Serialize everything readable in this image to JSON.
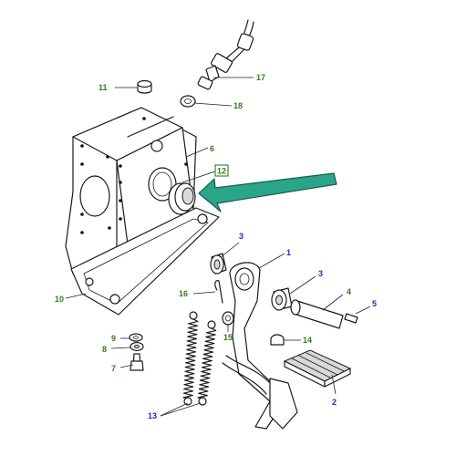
{
  "colors": {
    "green": "#2f7d1e",
    "blue": "#1f2fa8",
    "arrow": "#2aa58a",
    "arrow_edge": "#155e50",
    "line": "#1a1a1a"
  },
  "callouts": [
    {
      "label": "1",
      "color": "blue"
    },
    {
      "label": "2",
      "color": "blue"
    },
    {
      "label": "3",
      "color": "blue"
    },
    {
      "label": "3",
      "color": "blue"
    },
    {
      "label": "4",
      "color": "green"
    },
    {
      "label": "5",
      "color": "blue"
    },
    {
      "label": "6",
      "color": "green"
    },
    {
      "label": "7",
      "color": "green"
    },
    {
      "label": "8",
      "color": "green"
    },
    {
      "label": "9",
      "color": "green"
    },
    {
      "label": "10",
      "color": "green"
    },
    {
      "label": "11",
      "color": "green"
    },
    {
      "label": "12",
      "color": "green",
      "boxed": true
    },
    {
      "label": "13",
      "color": "blue"
    },
    {
      "label": "14",
      "color": "green"
    },
    {
      "label": "15",
      "color": "green"
    },
    {
      "label": "16",
      "color": "green"
    },
    {
      "label": "17",
      "color": "green"
    },
    {
      "label": "18",
      "color": "green"
    }
  ]
}
